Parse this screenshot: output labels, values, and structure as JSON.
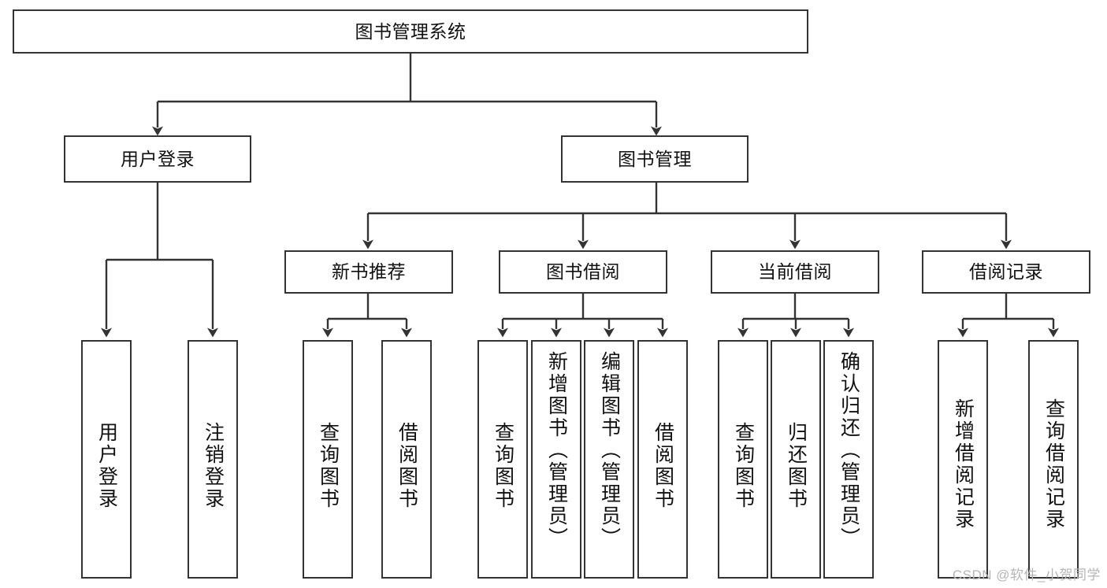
{
  "diagram": {
    "title": "图书管理系统",
    "root": {
      "label": "图书管理系统"
    },
    "level2": [
      {
        "label": "用户登录"
      },
      {
        "label": "图书管理"
      }
    ],
    "level3": [
      {
        "label": "新书推荐"
      },
      {
        "label": "图书借阅"
      },
      {
        "label": "当前借阅"
      },
      {
        "label": "借阅记录"
      }
    ],
    "leaves": [
      {
        "label": "用户登录",
        "parent": "用户登录"
      },
      {
        "label": "注销登录",
        "parent": "用户登录"
      },
      {
        "label": "查询图书",
        "parent": "新书推荐"
      },
      {
        "label": "借阅图书",
        "parent": "新书推荐"
      },
      {
        "label": "查询图书",
        "parent": "图书借阅"
      },
      {
        "label": "新增图书（管理员）",
        "parent": "图书借阅"
      },
      {
        "label": "编辑图书（管理员）",
        "parent": "图书借阅"
      },
      {
        "label": "借阅图书",
        "parent": "图书借阅"
      },
      {
        "label": "查询图书",
        "parent": "当前借阅"
      },
      {
        "label": "归还图书",
        "parent": "当前借阅"
      },
      {
        "label": "确认归还（管理员）",
        "parent": "当前借阅"
      },
      {
        "label": "新增借阅记录",
        "parent": "借阅记录"
      },
      {
        "label": "查询借阅记录",
        "parent": "借阅记录"
      }
    ]
  },
  "watermark": {
    "text": "CSDN @软件_小贺同学"
  },
  "colors": {
    "border": "#333333",
    "background": "#ffffff",
    "text": "#111111",
    "watermark": "#b6b6b6"
  }
}
